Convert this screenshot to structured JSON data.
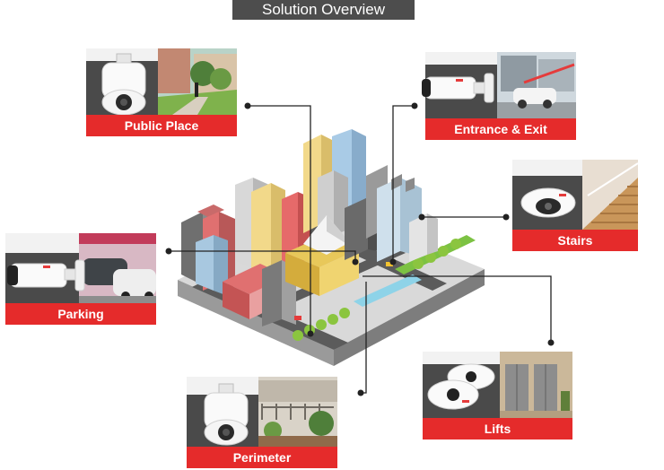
{
  "title": "Solution Overview",
  "cards": {
    "public_place": "Public Place",
    "entrance_exit": "Entrance & Exit",
    "stairs": "Stairs",
    "parking": "Parking",
    "lifts": "Lifts",
    "perimeter": "Perimeter"
  },
  "colors": {
    "label_bg": "#e52b2b",
    "title_bg": "#4d4d4d",
    "leader": "#222222"
  }
}
